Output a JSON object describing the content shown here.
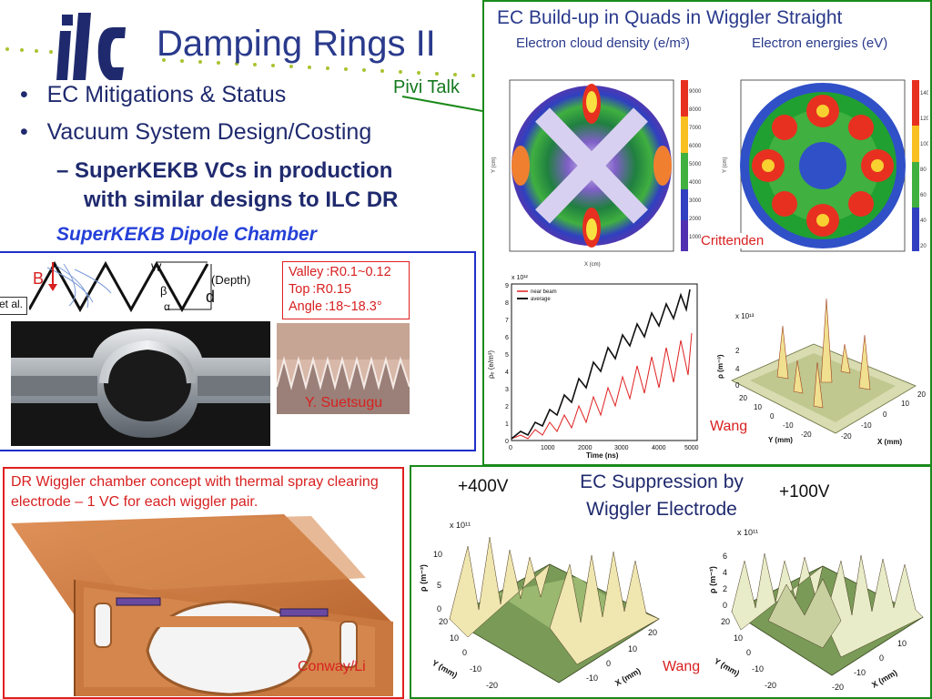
{
  "slide": {
    "title": "Damping Rings II",
    "bullets": [
      "EC Mitigations & Status",
      "Vacuum System Design/Costing"
    ],
    "sub_bullet_line1": "SuperKEKB VCs in production",
    "sub_bullet_line2": "with similar designs to ILC DR",
    "bullet_marker": "•",
    "sub_marker": "–",
    "pivi_talk": "Pivi Talk",
    "dipole_label": "SuperKEKB Dipole Chamber"
  },
  "blue_panel": {
    "b_label": "B",
    "w_label": "W",
    "depth_label": "(Depth)",
    "d_label": "d",
    "beta_label": "β",
    "alpha_label": "α",
    "valley": "Valley :R0.1~0.12",
    "top": "Top :R0.15",
    "angle": "Angle :18~18.3°",
    "etal": "et al.",
    "credit": "Y. Suetsugu"
  },
  "red_panel": {
    "caption": "DR Wiggler chamber concept with thermal spray clearing electrode – 1 VC for each wiggler pair.",
    "credit": "Conway/Li"
  },
  "green_top": {
    "title": "EC Build-up in Quads in Wiggler Straight",
    "sub_density": "Electron cloud density (e/m³)",
    "sub_energy": "Electron energies (eV)",
    "credit_crittenden": "Crittenden",
    "credit_wang": "Wang",
    "map_axis_x": "X (cm)",
    "map_axis_y": "Y (cm)",
    "density_scale": [
      "9000",
      "8000",
      "7000",
      "6000",
      "5000",
      "4000",
      "3000",
      "2000",
      "1000"
    ],
    "energy_scale": [
      "140",
      "120",
      "100",
      "80",
      "60",
      "40",
      "20"
    ],
    "buildup_plot": {
      "legend": [
        "near beam",
        "average"
      ],
      "x_label": "Time (ns)",
      "y_label": "ρₑ (e/m³)",
      "y_exp": "x 10¹²",
      "x_ticks": [
        "0",
        "1000",
        "2000",
        "3000",
        "4000",
        "5000"
      ],
      "y_ticks": [
        "0",
        "1",
        "2",
        "3",
        "4",
        "5",
        "6",
        "7",
        "8",
        "9"
      ]
    },
    "surface_plot": {
      "z_label": "ρ (m⁻³)",
      "exp": "x 10¹³",
      "x_label": "X (mm)",
      "y_label": "Y (mm)",
      "z_ticks": [
        "0",
        "2",
        "4"
      ],
      "y_ticks": [
        "20",
        "10",
        "0",
        "-10",
        "-20"
      ],
      "x_ticks": [
        "20",
        "10",
        "0",
        "-10",
        "-20"
      ]
    }
  },
  "green_bottom": {
    "title_line1": "EC Suppression by",
    "title_line2": "Wiggler Electrode",
    "v400": "+400V",
    "v100": "+100V",
    "credit": "Wang",
    "left_plot": {
      "exp": "x 10¹¹",
      "z_label": "ρ (m⁻³)",
      "z_ticks": [
        "10",
        "5",
        "0"
      ],
      "y_label": "Y (mm)",
      "x_label": "X (mm)",
      "y_ticks": [
        "20",
        "10",
        "0",
        "-10",
        "-20"
      ],
      "x_ticks": [
        "-10",
        "0",
        "10",
        "20"
      ]
    },
    "right_plot": {
      "exp": "x 10¹¹",
      "z_label": "ρ (m⁻³)",
      "z_ticks": [
        "6",
        "4",
        "2",
        "0"
      ],
      "y_label": "Y (mm)",
      "x_label": "X (mm)",
      "y_ticks": [
        "20",
        "10",
        "0",
        "-10",
        "-20"
      ],
      "x_ticks": [
        "-20",
        "-10",
        "0",
        "10"
      ]
    }
  },
  "colors": {
    "title_blue": "#2a3a8c",
    "accent_green": "#1a8a1a",
    "credit_red": "#d82020",
    "panel_blue": "#1f2fc7",
    "copper": "#c9783f"
  }
}
